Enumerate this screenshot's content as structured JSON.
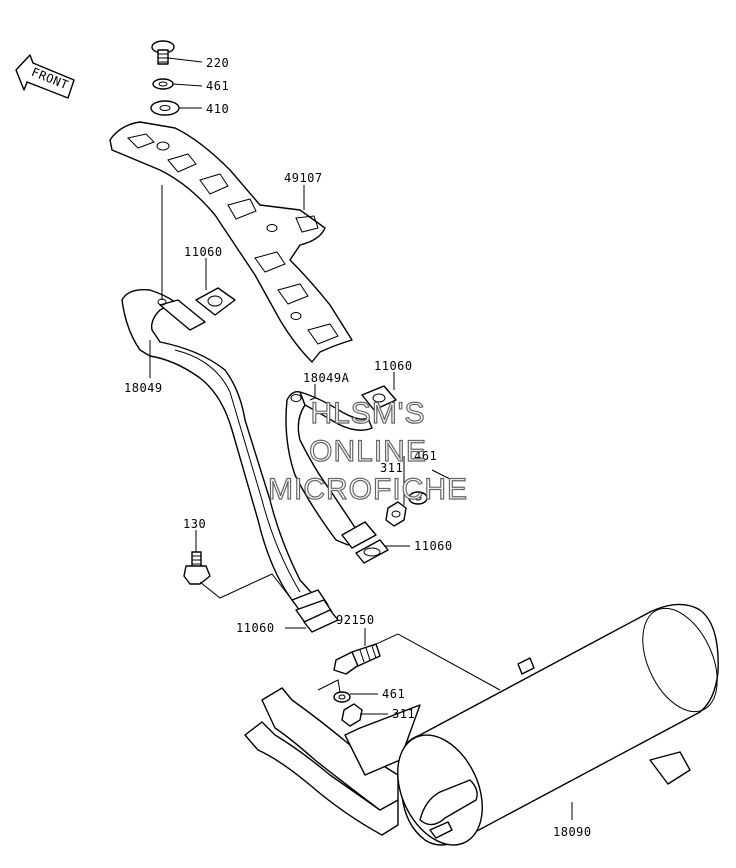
{
  "front_label": "FRONT",
  "watermark": [
    "HLSM'S",
    "ONLINE",
    "MICROFICHE"
  ],
  "callouts": [
    {
      "id": "p220",
      "label": "220"
    },
    {
      "id": "p461a",
      "label": "461"
    },
    {
      "id": "p410",
      "label": "410"
    },
    {
      "id": "p49107",
      "label": "49107"
    },
    {
      "id": "p11060a",
      "label": "11060"
    },
    {
      "id": "p18049",
      "label": "18049"
    },
    {
      "id": "p18049A",
      "label": "18049A"
    },
    {
      "id": "p11060b",
      "label": "11060"
    },
    {
      "id": "p461b",
      "label": "461"
    },
    {
      "id": "p311a",
      "label": "311"
    },
    {
      "id": "p11060c",
      "label": "11060"
    },
    {
      "id": "p130",
      "label": "130"
    },
    {
      "id": "p11060d",
      "label": "11060"
    },
    {
      "id": "p92150",
      "label": "92150"
    },
    {
      "id": "p461c",
      "label": "461"
    },
    {
      "id": "p311b",
      "label": "311"
    },
    {
      "id": "p18090",
      "label": "18090"
    }
  ]
}
